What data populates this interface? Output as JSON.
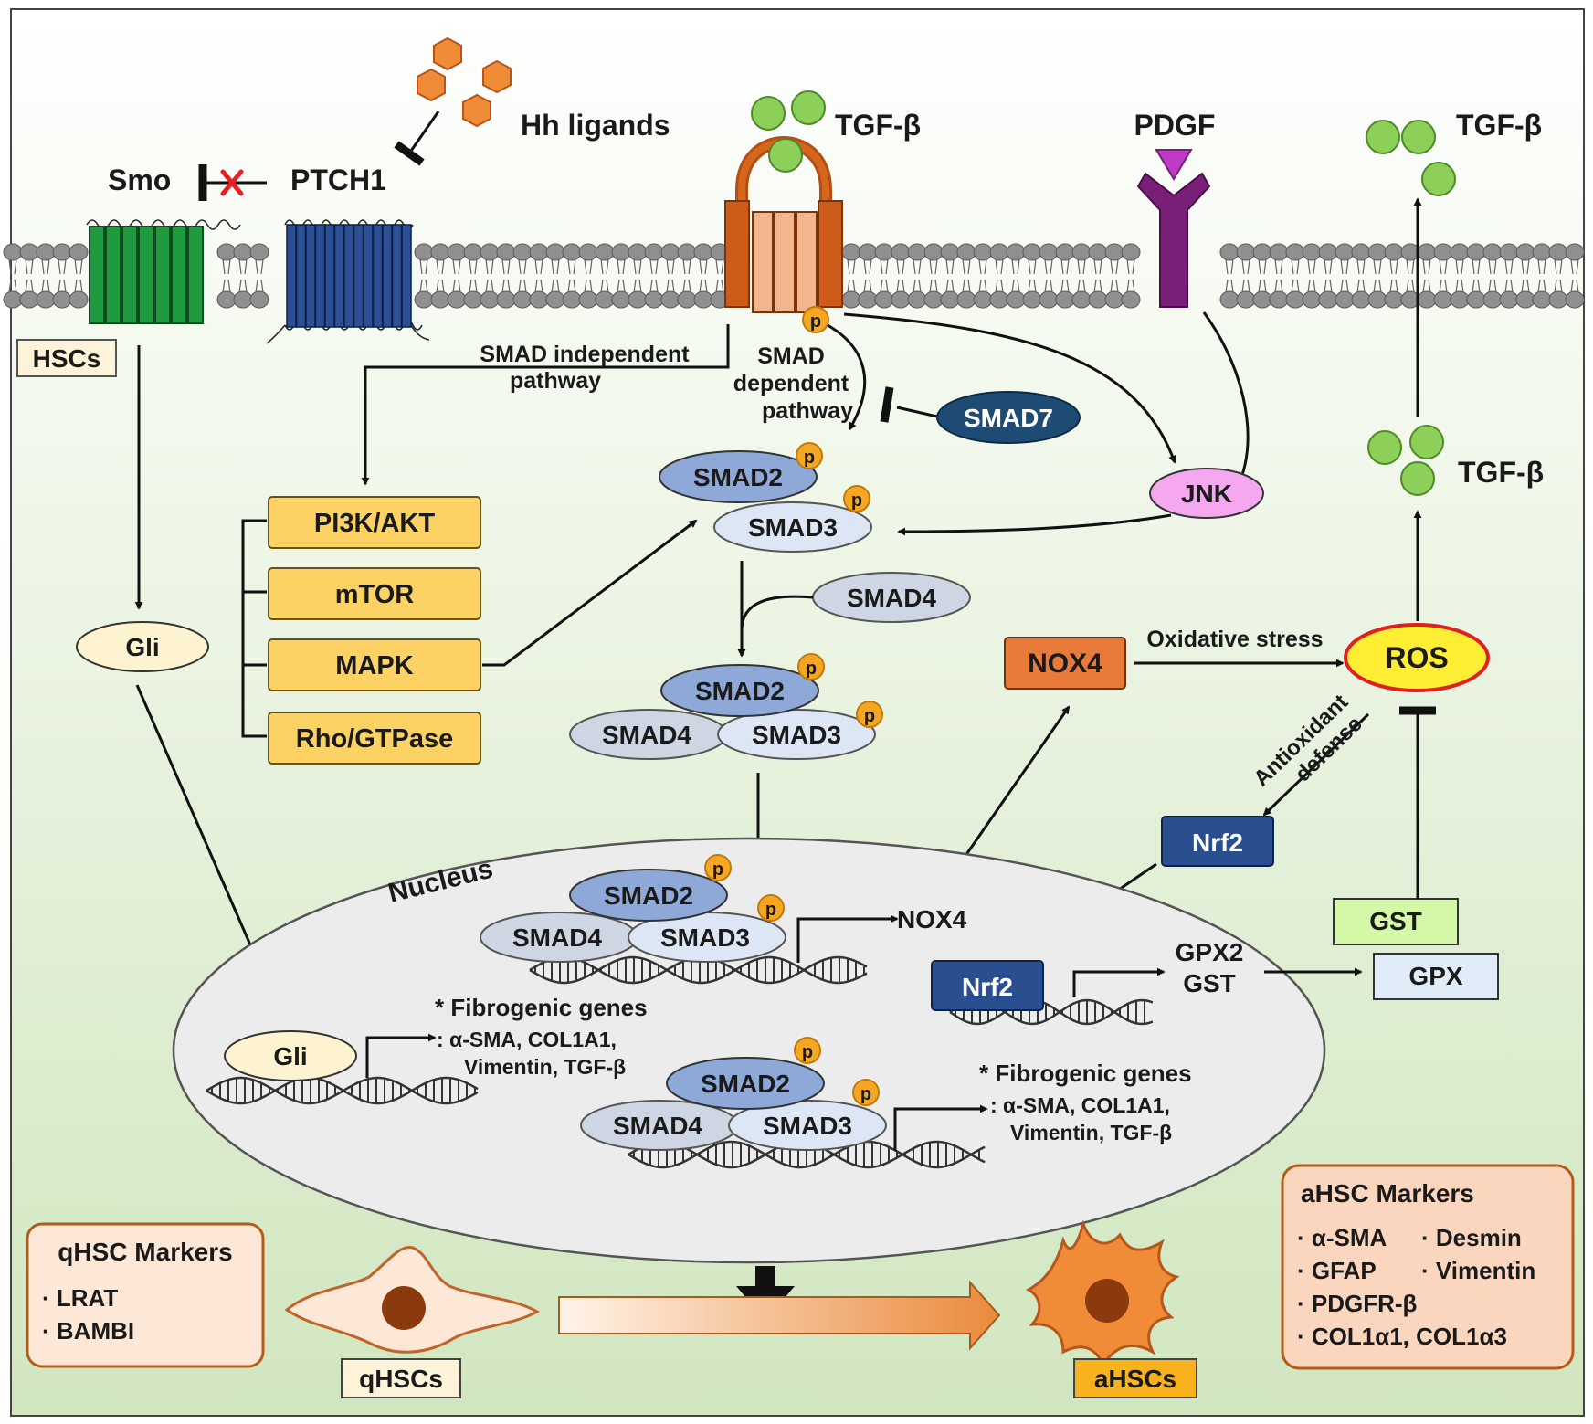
{
  "ligands": {
    "hh": "Hh ligands",
    "tgf_top": "TGF-β",
    "pdgf": "PDGF",
    "tgf_right_top": "TGF-β",
    "tgf_right_mid": "TGF-β"
  },
  "receptors": {
    "smo": "Smo",
    "ptch1": "PTCH1"
  },
  "cell_label": "HSCs",
  "pathways": {
    "smad_independent": [
      "SMAD independent",
      "pathway"
    ],
    "smad_dependent": [
      "SMAD",
      "dependent",
      "pathway"
    ]
  },
  "phospho": "p",
  "proteins": {
    "smad7": "SMAD7",
    "smad2": "SMAD2",
    "smad3": "SMAD3",
    "smad4": "SMAD4",
    "jnk": "JNK",
    "gli": "Gli",
    "nox4": "NOX4",
    "ros": "ROS",
    "nrf2": "Nrf2",
    "gst": "GST",
    "gpx": "GPX"
  },
  "kinases": [
    "PI3K/AKT",
    "mTOR",
    "MAPK",
    "Rho/GTPase"
  ],
  "annotations": {
    "oxidative_stress": "Oxidative stress",
    "antioxidant": [
      "Antioxidant",
      "defense"
    ],
    "nucleus": "Nucleus",
    "nox4_gene": "NOX4",
    "gpx2_gst": [
      "GPX2",
      "GST"
    ]
  },
  "fibrogenic": {
    "title": "Fibrogenic genes",
    "line1": ": α-SMA, COL1A1,",
    "line2": "Vimentin, TGF-β"
  },
  "qhsc_markers": {
    "title": "qHSC Markers",
    "items": [
      "LRAT",
      "BAMBI"
    ]
  },
  "ahsc_markers": {
    "title": "aHSC Markers",
    "items": [
      "α-SMA",
      "Desmin",
      "GFAP",
      "Vimentin",
      "PDGFR-β",
      "COL1α1, COL1α3"
    ]
  },
  "cells": {
    "quiescent": "qHSCs",
    "activated": "aHSCs"
  },
  "colors": {
    "background_top": "#ffffff",
    "background_bottom": "#d2e8c2",
    "kinase_box": "#fdd265",
    "smad2": "#8ea8d8",
    "smad3": "#dde6f5",
    "smad4": "#cfd6e3",
    "smad7": "#1e4b73",
    "jnk": "#f5a8f0",
    "nox4": "#e87a3a",
    "ros": "#ffee33",
    "nrf2": "#2a4f91",
    "gst": "#d5f7a8",
    "gpx": "#e0ecf8",
    "ligand_green": "#8cd05a",
    "hh_orange": "#f08b38",
    "phospho": "#f5a623",
    "ahsc": "#f08b38",
    "qhsc": "#fde7d6"
  }
}
